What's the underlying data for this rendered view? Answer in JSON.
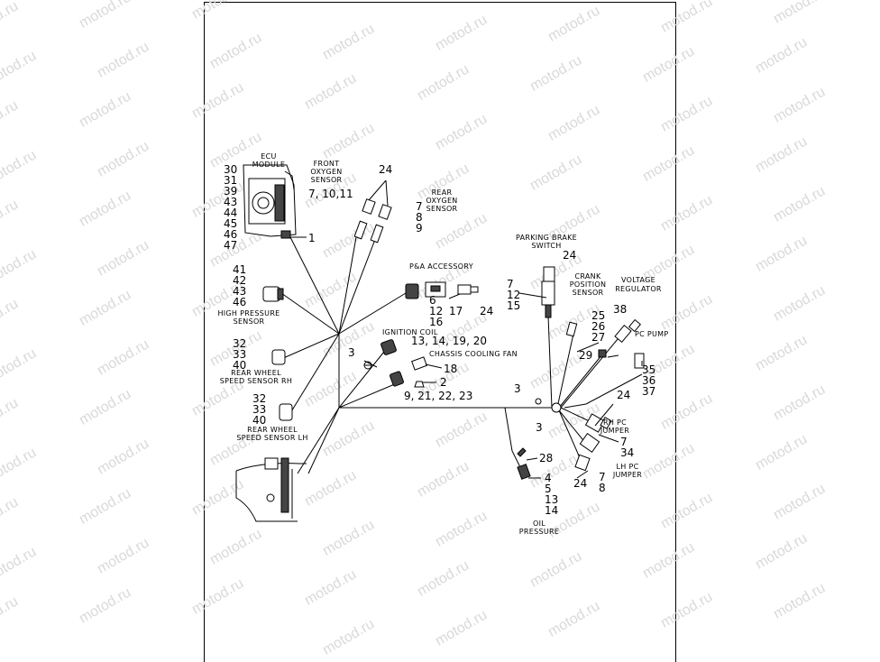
{
  "watermark": "motod.ru",
  "labels": {
    "ecu": [
      "ECU",
      "MODULE"
    ],
    "front_o2": [
      "FRONT",
      "OXYGEN",
      "SENSOR"
    ],
    "rear_o2": [
      "REAR",
      "OXYGEN",
      "SENSOR"
    ],
    "pa": [
      "P&A ACCESSORY"
    ],
    "hp": [
      "HIGH PRESSURE",
      "SENSOR"
    ],
    "ign": [
      "IGNITION COIL"
    ],
    "fan": [
      "CHASSIS COOLING FAN"
    ],
    "rwrh": [
      "REAR WHEEL",
      "SPEED SENSOR RH"
    ],
    "rwlh": [
      "REAR WHEEL",
      "SPEED SENSOR LH"
    ],
    "pbs": [
      "PARKING BRAKE",
      "SWITCH"
    ],
    "crank": [
      "CRANK",
      "POSITION",
      "SENSOR"
    ],
    "vreg": [
      "VOLTAGE",
      "REGULATOR"
    ],
    "pcpump": [
      "PC PUMP"
    ],
    "rhpc": [
      "RH PC",
      "JUMPER"
    ],
    "lhpc": [
      "LH PC",
      "JUMPER"
    ],
    "oil": [
      "OIL",
      "PRESSURE"
    ]
  },
  "callouts": {
    "ecu_nums": [
      "30",
      "31",
      "39",
      "43",
      "44",
      "45",
      "46",
      "47"
    ],
    "ecu_conn": "1",
    "front_o2": "7, 10,11",
    "o2_24": "24",
    "rear_o2_nums": [
      "7",
      "8",
      "9"
    ],
    "pa_nums": [
      "6",
      "12",
      "16"
    ],
    "pa_17": "17",
    "pa_24": "24",
    "hp_nums": [
      "41",
      "42",
      "43",
      "46"
    ],
    "ign_nums": "13, 14, 19, 20",
    "fan_18": "18",
    "fan_2": "2",
    "ign_3": "3",
    "fan_nums": "9, 21, 22, 23",
    "rwrh_nums": [
      "32",
      "33",
      "40"
    ],
    "rwlh_nums": [
      "32",
      "33",
      "40"
    ],
    "pbs_24": "24",
    "pbs_nums": [
      "7",
      "12",
      "15"
    ],
    "crank_nums": [
      "25",
      "26",
      "27"
    ],
    "vreg_38": "38",
    "vreg_29": "29",
    "pcpump_nums": [
      "35",
      "36",
      "37"
    ],
    "gnd_3a": "3",
    "gnd_3b": "3",
    "rh_24": "24",
    "rh_nums": [
      "7",
      "34"
    ],
    "lh_24": "24",
    "lh_nums": [
      "7",
      "8"
    ],
    "oil_28": "28",
    "oil_nums": [
      "4",
      "5",
      "13",
      "14"
    ]
  }
}
